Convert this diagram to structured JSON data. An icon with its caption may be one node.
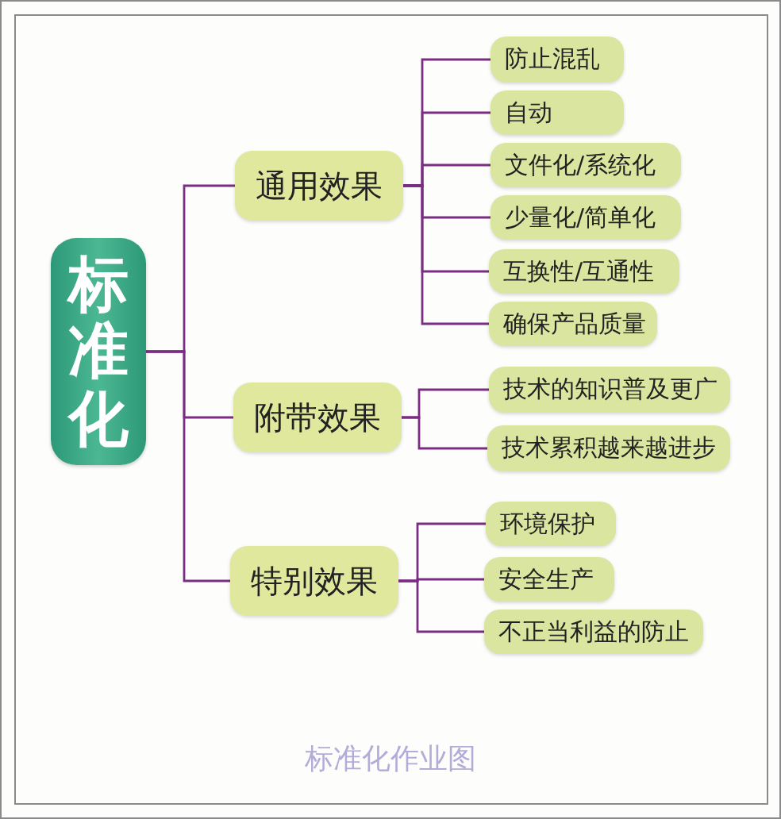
{
  "diagram": {
    "caption": "标准化作业图",
    "nodes": [
      {
        "text": [
          "标准化"
        ]
      },
      {
        "text": [
          "通用效果"
        ]
      },
      {
        "text": [
          "防止混乱"
        ]
      },
      {
        "text": [
          "自动"
        ]
      },
      {
        "text": [
          "文件化/系统化"
        ]
      },
      {
        "text": [
          "少量化/简单化"
        ]
      },
      {
        "text": [
          "互换性/互通性"
        ]
      },
      {
        "text": [
          "确保产品质量"
        ]
      },
      {
        "text": [
          "附带效果"
        ]
      },
      {
        "text": [
          "技术的知识普及更广"
        ]
      },
      {
        "text": [
          "技术累积越来越进步"
        ]
      },
      {
        "text": [
          "特别效果"
        ]
      },
      {
        "text": [
          "环境保护"
        ]
      },
      {
        "text": [
          "安全生产"
        ]
      },
      {
        "text": [
          "不正当利益的防止"
        ]
      }
    ],
    "edges": [
      {
        "from": 0,
        "to": 1,
        "arrow": "none"
      },
      {
        "from": 0,
        "to": 8,
        "arrow": "none"
      },
      {
        "from": 0,
        "to": 11,
        "arrow": "none"
      },
      {
        "from": 1,
        "to": 2,
        "arrow": "none"
      },
      {
        "from": 1,
        "to": 3,
        "arrow": "none"
      },
      {
        "from": 1,
        "to": 4,
        "arrow": "none"
      },
      {
        "from": 1,
        "to": 5,
        "arrow": "none"
      },
      {
        "from": 1,
        "to": 6,
        "arrow": "none"
      },
      {
        "from": 1,
        "to": 7,
        "arrow": "none"
      },
      {
        "from": 8,
        "to": 9,
        "arrow": "none"
      },
      {
        "from": 8,
        "to": 10,
        "arrow": "none"
      },
      {
        "from": 11,
        "to": 12,
        "arrow": "none"
      },
      {
        "from": 11,
        "to": 13,
        "arrow": "none"
      },
      {
        "from": 11,
        "to": 14,
        "arrow": "none"
      }
    ]
  }
}
